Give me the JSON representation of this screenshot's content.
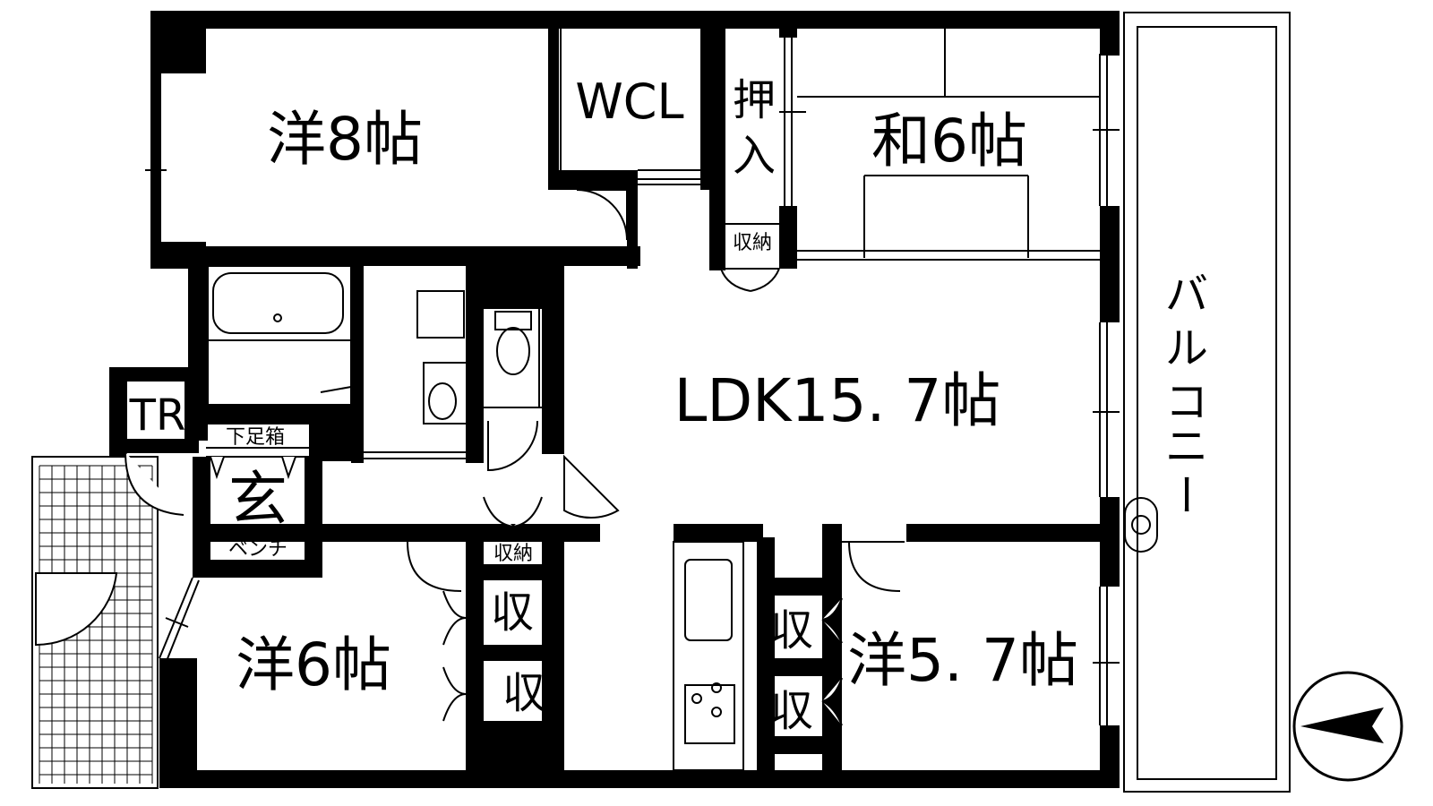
{
  "floor_plan": {
    "rooms": {
      "western_8": "洋8帖",
      "walk_in_closet": "WCL",
      "oshiire_top": "押",
      "oshiire_bottom": "入",
      "japanese_6": "和6帖",
      "storage_small": "収納",
      "ldk": "LDK15. 7帖",
      "trunk_room": "TR",
      "shoe_box": "下足箱",
      "entrance": "玄",
      "bench": "ベンチ",
      "storage_hall": "収納",
      "closet_mark": "収",
      "western_6": "洋6帖",
      "western_5_7": "洋5. 7帖",
      "balcony": [
        "バ",
        "ル",
        "コ",
        "ニ",
        "ー"
      ]
    },
    "colors": {
      "wall": "#000000",
      "line": "#000000",
      "background": "#ffffff",
      "fixture": "#555555"
    }
  },
  "compass": {
    "icon": "north-arrow-icon"
  }
}
